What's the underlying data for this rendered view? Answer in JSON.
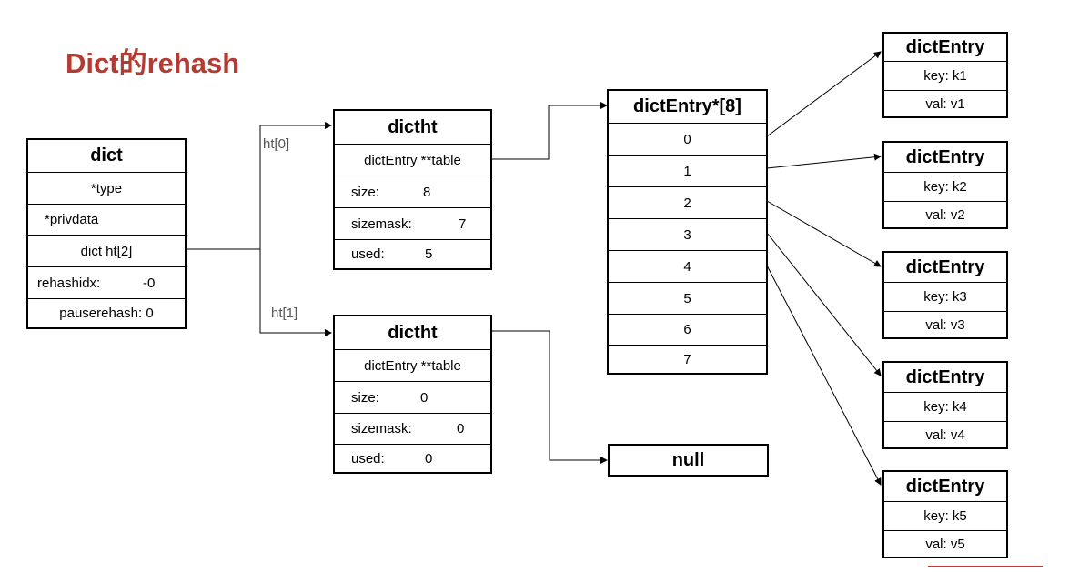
{
  "title": "Dict的rehash",
  "dict": {
    "header": "dict",
    "type": "*type",
    "privdata": "*privdata",
    "ht": "dict ht[2]",
    "rehashidx_label": "rehashidx:",
    "rehashidx_value": "-0",
    "pauserehash": "pauserehash: 0"
  },
  "edges": {
    "ht0": "ht[0]",
    "ht1": "ht[1]"
  },
  "ht0": {
    "header": "dictht",
    "table": "dictEntry **table",
    "size_label": "size:",
    "size_value": "8",
    "sizemask_label": "sizemask:",
    "sizemask_value": "7",
    "used_label": "used:",
    "used_value": "5"
  },
  "ht1": {
    "header": "dictht",
    "table": "dictEntry **table",
    "size_label": "size:",
    "size_value": "0",
    "sizemask_label": "sizemask:",
    "sizemask_value": "0",
    "used_label": "used:",
    "used_value": "0"
  },
  "array": {
    "header": "dictEntry*[8]",
    "slots": [
      "0",
      "1",
      "2",
      "3",
      "4",
      "5",
      "6",
      "7"
    ]
  },
  "null_box": "null",
  "entries": [
    {
      "header": "dictEntry",
      "key": "key: k1",
      "val": "val: v1"
    },
    {
      "header": "dictEntry",
      "key": "key: k2",
      "val": "val: v2"
    },
    {
      "header": "dictEntry",
      "key": "key: k3",
      "val": "val: v3"
    },
    {
      "header": "dictEntry",
      "key": "key: k4",
      "val": "val: v4"
    },
    {
      "header": "dictEntry",
      "key": "key: k5",
      "val": "val: v5"
    }
  ]
}
